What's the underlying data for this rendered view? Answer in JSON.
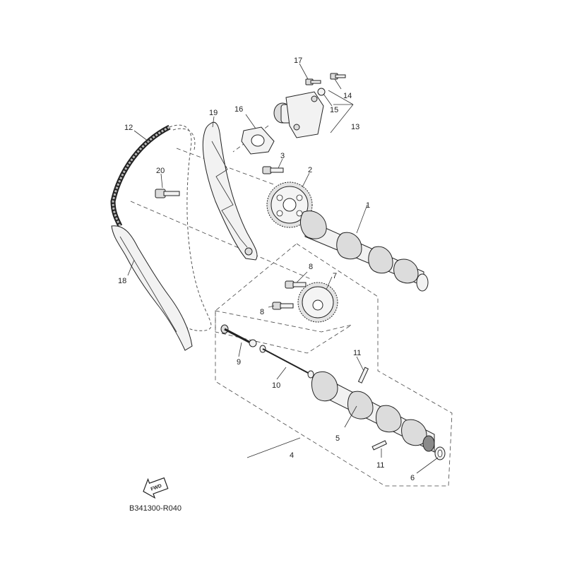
{
  "diagram": {
    "drawing_code": "B341300-R040",
    "direction_arrow_label": "FWD",
    "callouts": {
      "n1": "1",
      "n2": "2",
      "n3": "3",
      "n4": "4",
      "n5": "5",
      "n6": "6",
      "n7": "7",
      "n8a": "8",
      "n8b": "8",
      "n9": "9",
      "n10": "10",
      "n11a": "11",
      "n11b": "11",
      "n12": "12",
      "n13": "13",
      "n14": "14",
      "n15": "15",
      "n16": "16",
      "n17": "17",
      "n18": "18",
      "n19": "19",
      "n20": "20"
    }
  }
}
